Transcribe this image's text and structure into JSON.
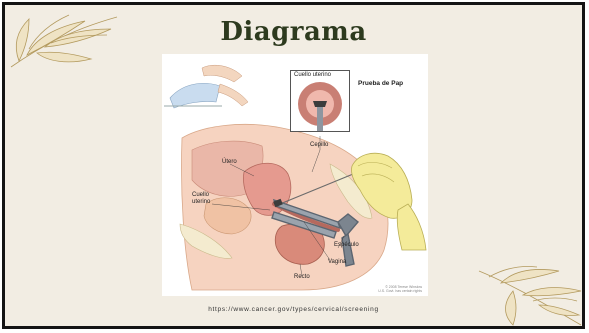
{
  "slide": {
    "title": "Diagrama",
    "source_url": "https://www.cancer.gov/types/cervical/screening",
    "colors": {
      "background": "#f2ede3",
      "border": "#141414",
      "title": "#2d3a1e",
      "leaf": "#b39a5e"
    }
  },
  "diagram": {
    "heading": "Prueba de Pap",
    "inset_label": "Cuello uterino",
    "labels": {
      "brush": "Cepillo",
      "uterus": "Útero",
      "cervix": "Cuello\nuterino",
      "speculum": "Espéculo",
      "vagina": "Vagina",
      "rectum": "Recto"
    },
    "credit": "© 2008 Terese Winslow\nU.S. Govt. has certain rights"
  }
}
